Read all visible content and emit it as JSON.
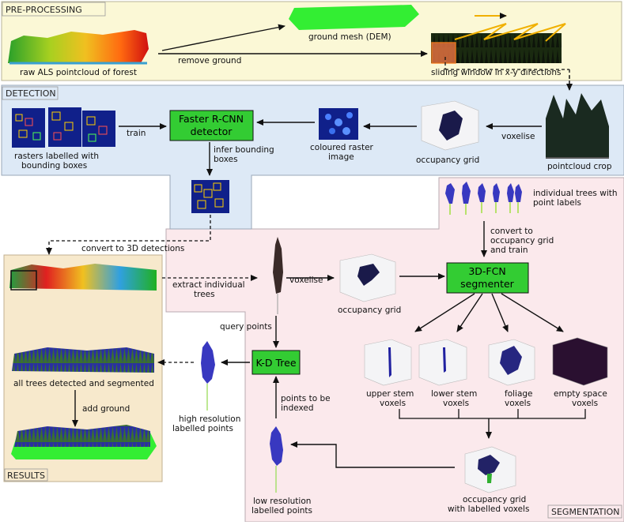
{
  "sections": {
    "preprocessing": "PRE-PROCESSING",
    "detection": "DETECTION",
    "results": "RESULTS",
    "segmentation": "SEGMENTATION"
  },
  "boxes": {
    "faster_rcnn": [
      "Faster R-CNN",
      "detector"
    ],
    "fcn": [
      "3D-FCN",
      "segmenter"
    ],
    "kd_tree": [
      "K-D Tree"
    ]
  },
  "labels": {
    "raw_als": "raw ALS pointcloud of forest",
    "remove_ground": "remove ground",
    "ground_mesh": "ground mesh (DEM)",
    "sliding_window": "sliding window in x-y directions",
    "pointcloud_crop": "pointcloud crop",
    "voxelise_1": "voxelise",
    "occupancy_grid_1": "occupancy grid",
    "coloured_raster": [
      "coloured raster",
      "image"
    ],
    "train_1": "train",
    "rasters_labelled": [
      "rasters labelled with",
      "bounding boxes"
    ],
    "infer_boxes": [
      "infer bounding",
      "boxes"
    ],
    "convert_3d": "convert to 3D detections",
    "individual_trees": [
      "individual trees with",
      "point labels"
    ],
    "convert_occupancy": [
      "convert to",
      "occupancy grid",
      "and train"
    ],
    "extract_trees": [
      "extract individual",
      "trees"
    ],
    "voxelise_2": "voxelise",
    "occupancy_grid_2": "occupancy grid",
    "query_points": "query points",
    "points_indexed": [
      "points to be",
      "indexed"
    ],
    "upper_stem": [
      "upper stem",
      "voxels"
    ],
    "lower_stem": [
      "lower stem",
      "voxels"
    ],
    "foliage": [
      "foliage",
      "voxels"
    ],
    "empty_space": [
      "empty space",
      "voxels"
    ],
    "all_trees": "all trees detected and segmented",
    "add_ground": "add ground",
    "high_res": [
      "high resolution",
      "labelled points"
    ],
    "low_res": [
      "low resolution",
      "labelled points"
    ],
    "occupancy_labelled": [
      "occupancy grid",
      "with labelled voxels"
    ]
  },
  "colors": {
    "preprocessing_bg": "#fbf8d6",
    "detection_bg": "#dde9f6",
    "results_bg": "#f7e9cc",
    "segmentation_bg": "#fbe9ec",
    "box_green": "#33cc33",
    "ground_green": "#33ee33"
  }
}
